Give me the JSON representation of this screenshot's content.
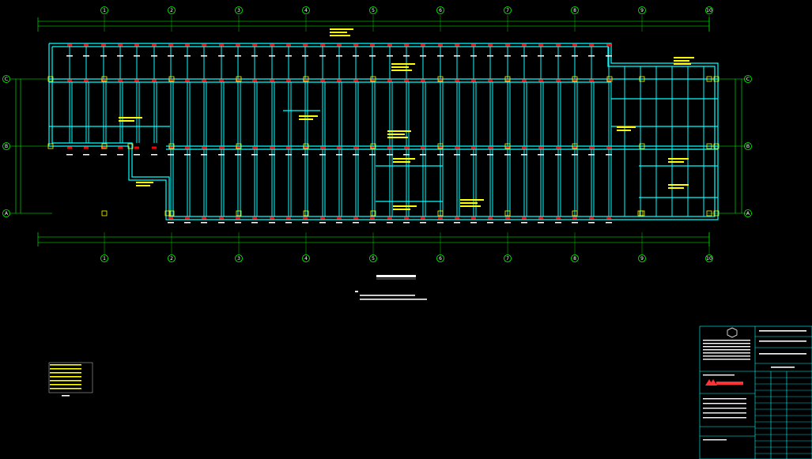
{
  "grid_axes": {
    "numbered": [
      "1",
      "2",
      "3",
      "4",
      "5",
      "6",
      "7",
      "8",
      "9",
      "10"
    ],
    "lettered": [
      "A",
      "B",
      "C"
    ]
  },
  "colors": {
    "background": "#000000",
    "dimension_line": "#00ff00",
    "beam": "#00ffff",
    "column": "#ff0000",
    "label": "#ffff00",
    "title_block": "#00ffff"
  }
}
